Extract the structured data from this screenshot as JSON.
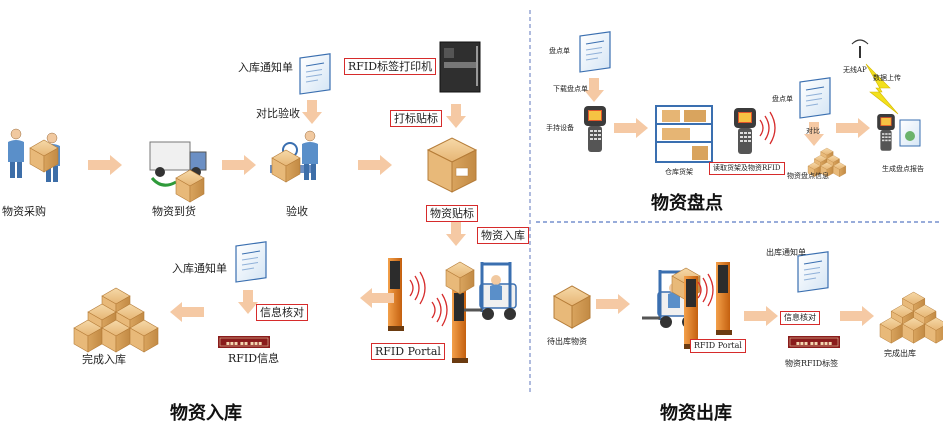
{
  "inbound": {
    "title": "物资入库",
    "labels": {
      "purchase": "物资采购",
      "arrival": "物资到货",
      "acceptance": "验收",
      "notice_top": "入库通知单",
      "compare": "对比验收",
      "printer": "RFID标签打印机",
      "print_label": "打标贴标",
      "labeling": "物资贴标",
      "stock_in": "物资入库",
      "notice_bottom": "入库通知单",
      "info_check": "信息核对",
      "rfid_info": "RFID信息",
      "portal": "RFID Portal",
      "complete": "完成入库"
    }
  },
  "inventory": {
    "title": "物资盘点",
    "labels": {
      "count_sheet": "盘点单",
      "download": "下载盘点单",
      "handheld": "手持设备",
      "shelf": "仓库货架",
      "read": "读取货架及物资RFID",
      "count_sheet_right": "盘点单",
      "compare": "对比",
      "wireless_ap": "无线AP",
      "upload": "数据上传",
      "count_info": "物资盘点信息",
      "report": "生成盘点报告"
    }
  },
  "outbound": {
    "title": "物资出库",
    "labels": {
      "pending": "待出库物资",
      "notice": "出库通知单",
      "info_check": "信息核对",
      "portal": "RFID Portal",
      "rfid_tag": "物资RFID标签",
      "complete": "完成出库"
    }
  },
  "colors": {
    "arrow": "#f5c9a4",
    "divider_v": "#7a8ec9",
    "divider_h": "#5b7bc4",
    "highlight": "#d62b2b",
    "box": "#e0a85a",
    "person_shirt": "#5a8fc9",
    "portal": "#e07a1f"
  }
}
